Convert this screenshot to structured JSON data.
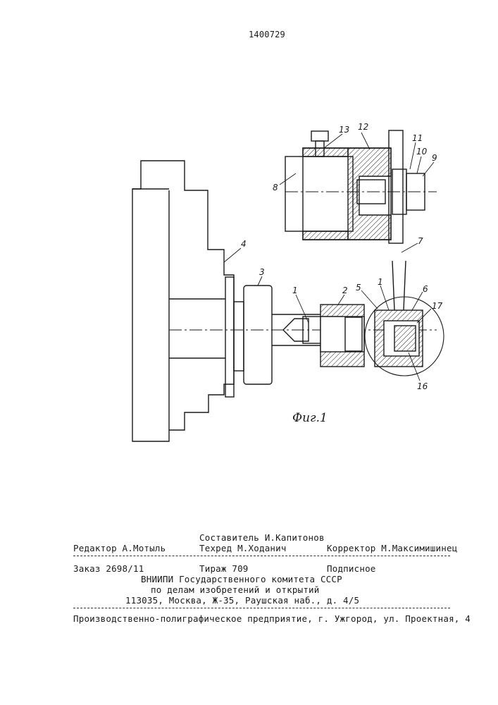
{
  "patent_number": "1400729",
  "figure": {
    "caption": "Фиг.1",
    "labels": [
      "1",
      "2",
      "3",
      "4",
      "5",
      "6",
      "7",
      "8",
      "9",
      "10",
      "11",
      "12",
      "13",
      "16",
      "17",
      "1"
    ]
  },
  "imprint": {
    "compiler": "Составитель И.Капитонов",
    "editor": "Редактор А.Мотыль",
    "tech_editor": "Техред М.Ходанич",
    "proofreader": "Корректор М.Максимишинец",
    "order": "Заказ 2698/11",
    "circulation": "Тираж 709",
    "subscription": "Подписное",
    "org_line1": "ВНИИПИ Государственного комитета СССР",
    "org_line2": "по делам изобретений и открытий",
    "address": "113035, Москва, Ж-35, Раушская наб., д. 4/5",
    "printer": "Производственно-полиграфическое предприятие, г. Ужгород, ул. Проектная, 4"
  }
}
